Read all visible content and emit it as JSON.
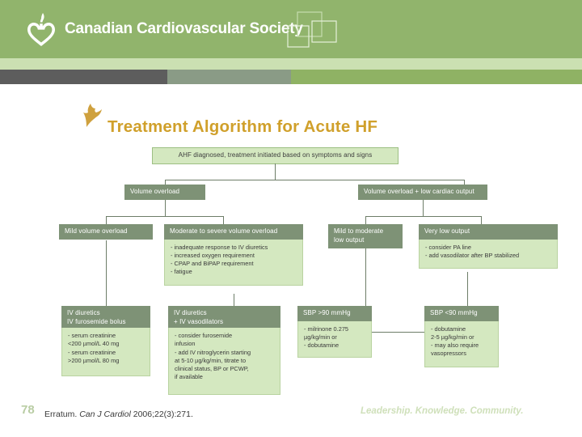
{
  "header": {
    "brand": "Canadian Cardiovascular Society",
    "logo_icon": "heart-flame-logo-icon",
    "deco_icon": "overlapping-squares-icon",
    "band_color": "#91b46c",
    "light_band_color": "#cbe0b2",
    "tricolor": [
      "#5d5d5d",
      "#8a9b86",
      "#8fb264"
    ]
  },
  "title": {
    "text": "Treatment Algorithm for Acute HF",
    "color": "#d0a02b",
    "leaf_icon": "maple-leaf-icon"
  },
  "flowchart": {
    "header_color": "#7e9276",
    "body_color": "#d4e8c0",
    "nodes": {
      "root": {
        "label": "AHF diagnosed, treatment initiated based on symptoms and signs"
      },
      "volume_overload": {
        "label": "Volume overload"
      },
      "volume_overload_low_output": {
        "label": "Volume overload + low cardiac output"
      },
      "mild_volume_overload": {
        "label": "Mild volume overload"
      },
      "moderate_severe_volume_overload": {
        "label": "Moderate to severe volume overload",
        "details": "- inadequate response to IV diuretics\n- increased oxygen requirement\n- CPAP and BiPAP requirement\n- fatigue"
      },
      "mild_moderate_low_output": {
        "label": "Mild to moderate\nlow output"
      },
      "very_low_output": {
        "label": "Very low output",
        "details": "- consider PA line\n- add vasodilator after BP stabilized"
      },
      "iv_diuretics_bolus": {
        "label": "IV diuretics\nIV furosemide bolus",
        "details": "- serum creatinine\n  <200 µmol/L 40 mg\n- serum creatinine\n  >200 µmol/L 80 mg"
      },
      "iv_diuretics_vasodilators": {
        "label": "IV diuretics\n+ IV vasodilators",
        "details": "- consider furosemide\n  infusion\n- add IV nitroglycerin starting\n  at 5-10 µg/kg/min, titrate to\n  clinical status, BP or PCWP,\n  if available"
      },
      "sbp_above_90": {
        "label": "SBP >90 mmHg",
        "details": "- milrinone 0.275\n  µg/kg/min or\n- dobutamine"
      },
      "sbp_below_90": {
        "label": "SBP <90 mmHg",
        "details": "- dobutamine\n  2-5 µg/kg/min or\n- may also require\n  vasopressors"
      }
    }
  },
  "footer": {
    "page_number": "78",
    "citation_prefix": "Erratum. ",
    "citation_journal": "Can J Cardiol",
    "citation_suffix": " 2006;22(3):271.",
    "tagline": "Leadership. Knowledge. Community."
  }
}
